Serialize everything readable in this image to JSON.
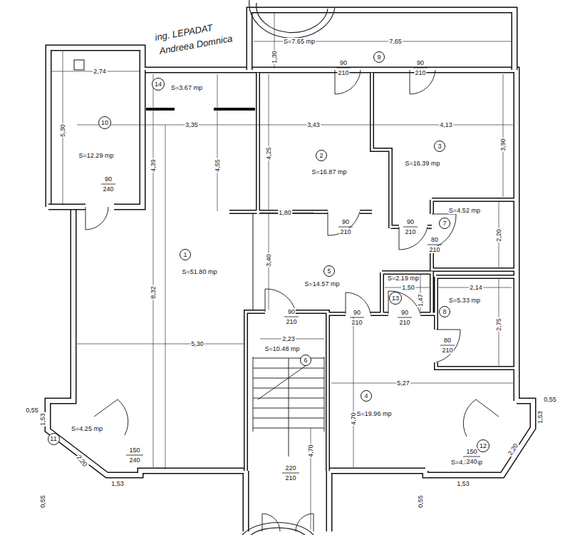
{
  "diagram": {
    "nodes": [
      {
        "text": [
          "9"
        ]
      },
      {
        "text": [
          "14"
        ]
      },
      {
        "text": [
          "10"
        ]
      },
      {
        "text": [
          "3"
        ]
      },
      {
        "text": [
          "2"
        ]
      },
      {
        "text": [
          "7"
        ]
      },
      {
        "text": [
          "1"
        ]
      },
      {
        "text": [
          "5"
        ]
      },
      {
        "text": [
          "13"
        ]
      },
      {
        "text": [
          "8"
        ]
      },
      {
        "text": [
          "6"
        ]
      },
      {
        "text": [
          "4"
        ]
      },
      {
        "text": [
          "12"
        ]
      },
      {
        "text": [
          "11"
        ]
      }
    ],
    "labels": [
      "ing. LEPADAT",
      "Andreea Domnica",
      "S=7.65 mp",
      "7,65",
      "1,30",
      "2,74",
      "5,30",
      "S=12.29 mp",
      "S=3.67 mp",
      "3,35",
      "4,39",
      "4,55",
      "4,25",
      "3,43",
      "S=16.87 mp",
      "4,13",
      "3,90",
      "S=16.39 mp",
      "S=4.52 mp",
      "2,20",
      "1,80",
      "3,40",
      "S=51.80 mp",
      "8,32",
      "S=14.57 mp",
      "S=2.19 mp",
      "1,50",
      "1,47",
      "2,14",
      "S=5.33 mp",
      "2,75",
      "5,30",
      "2,23",
      "S=10.48 mp",
      "5,27",
      "S=19.96 mp",
      "4,70",
      "4,70",
      "0,55",
      "1,53",
      "S=4.25 mp",
      "2,20",
      "1,53",
      "0,55",
      "0,55",
      "1,53",
      "2,20",
      "S=4.37 mp",
      "1,53",
      "0,55",
      "90",
      "240",
      "90",
      "210",
      "90",
      "210",
      "90",
      "210",
      "90",
      "210",
      "80",
      "210",
      "90",
      "210",
      "90",
      "210",
      "90",
      "210",
      "80",
      "210",
      "150",
      "240",
      "150",
      "240",
      "220",
      "210"
    ]
  }
}
